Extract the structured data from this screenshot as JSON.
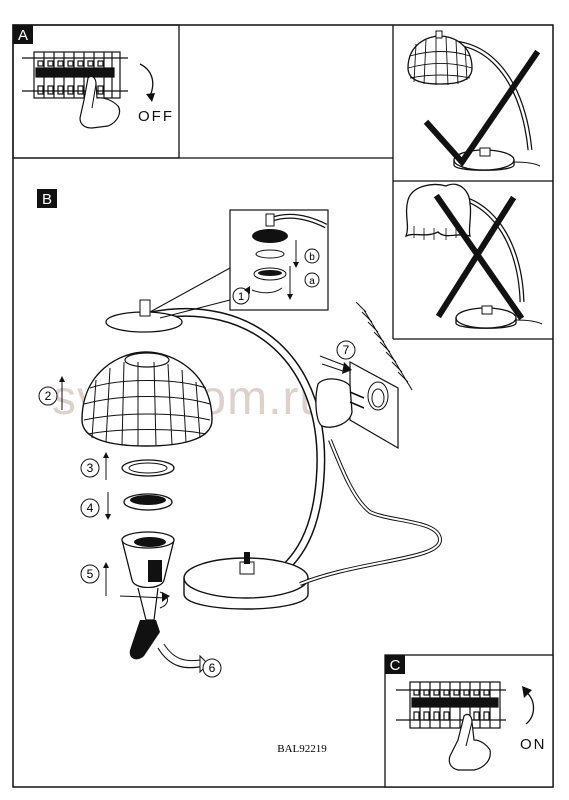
{
  "panels": {
    "a": {
      "letter": "A",
      "switch_label": "OFF"
    },
    "b": {
      "letter": "B"
    },
    "c": {
      "letter": "C",
      "switch_label": "ON"
    }
  },
  "steps": {
    "one": "1",
    "two": "2",
    "three": "3",
    "four": "4",
    "five": "5",
    "six": "6",
    "seven": "7",
    "a": "a",
    "b": "b"
  },
  "watermark": "svetodom.ru",
  "model_code": "BAL92219",
  "colors": {
    "line": "#111111",
    "shade_fill": "#ffffff",
    "watermark": "#d9c9c3"
  },
  "icons": {
    "wrong_mark_check": "check-cross-icon",
    "wrong_mark_x": "x-cross-icon",
    "off_arrow": "curved-arrow-down-icon",
    "on_arrow": "curved-arrow-up-icon"
  }
}
